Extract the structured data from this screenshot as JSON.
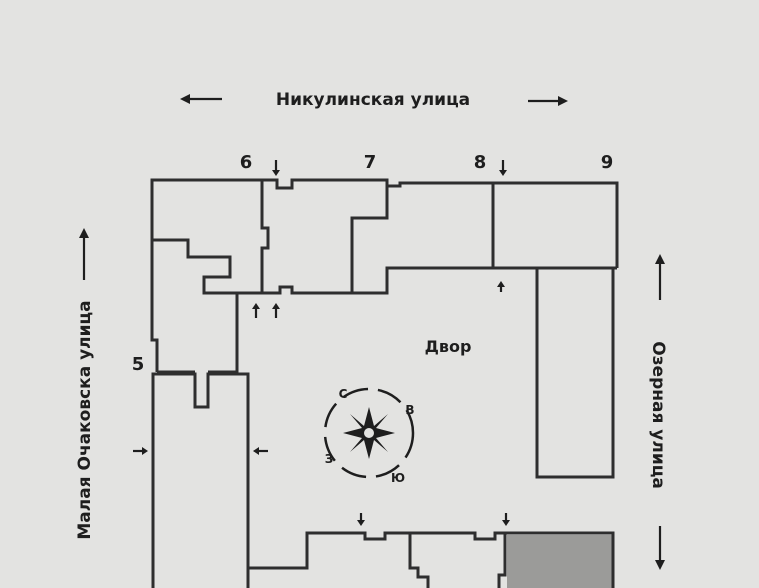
{
  "streets": {
    "top": "Никулинская улица",
    "left": "Малая Очаковска улица",
    "right": "Озерная улица"
  },
  "building_numbers": [
    "5",
    "6",
    "7",
    "8",
    "9"
  ],
  "yard_label": "Двор",
  "compass": {
    "north": "С",
    "east": "В",
    "south": "Ю",
    "west": "З"
  },
  "colors": {
    "background": "#e3e3e1",
    "walls": "#2e2e2e",
    "highlight": "#9b9b99"
  }
}
